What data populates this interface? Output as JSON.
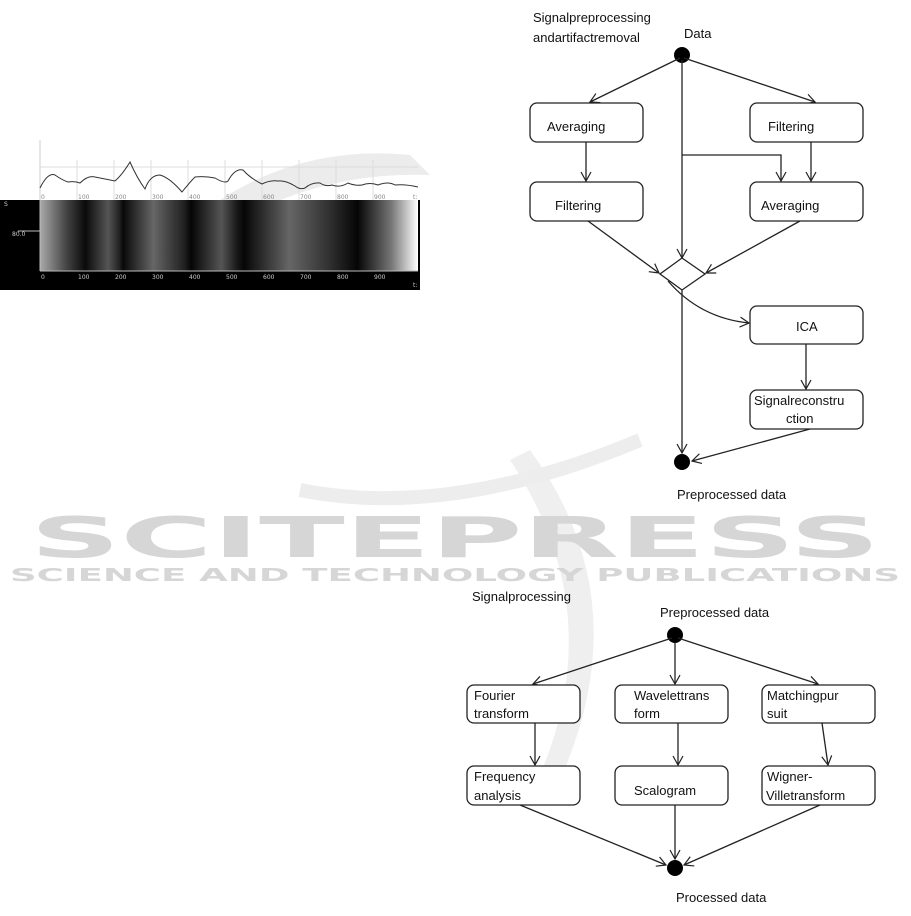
{
  "watermark": {
    "brand": "SCITEPRESS",
    "tagline": "SCIENCE AND TECHNOLOGY PUBLICATIONS"
  },
  "signal_figure": {
    "top_ticks": [
      "0",
      "100",
      "200",
      "300",
      "400",
      "500",
      "600",
      "700",
      "800",
      "900",
      "t:"
    ],
    "bottom_ticks": [
      "0",
      "100",
      "200",
      "300",
      "400",
      "500",
      "600",
      "700",
      "800",
      "900",
      "t:"
    ],
    "y_axis_label": "S",
    "y_value": "80.0"
  },
  "preprocessing_diagram": {
    "title_line1": "Signalpreprocessing",
    "title_line2": "andartifactremoval",
    "start_label": "Data",
    "boxes": {
      "averaging_left": "Averaging",
      "filtering_right": "Filtering",
      "filtering_left": "Filtering",
      "averaging_right": "Averaging",
      "ica": "ICA",
      "reconstruction_line1": "Signalreconstru",
      "reconstruction_line2": "ction"
    },
    "end_label": "Preprocessed data"
  },
  "processing_diagram": {
    "title": "Signalprocessing",
    "start_label": "Preprocessed data",
    "boxes": {
      "fourier": [
        "Fourier",
        "transform"
      ],
      "wavelet": [
        "Wavelettrans",
        "form"
      ],
      "matching": [
        "Matchingpur",
        "suit"
      ],
      "frequency": [
        "Frequency",
        "analysis"
      ],
      "scalogram": "Scalogram",
      "wigner": [
        "Wigner-",
        "Villetransform"
      ]
    },
    "end_label": "Processed data"
  }
}
